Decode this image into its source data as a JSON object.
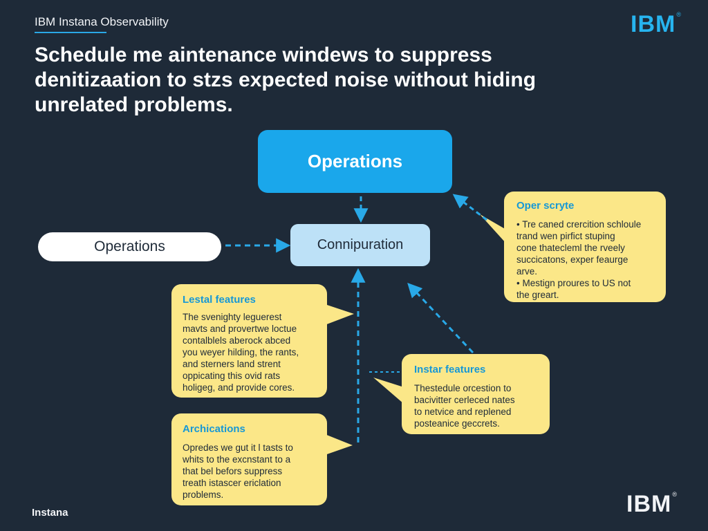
{
  "header": {
    "eyebrow": "IBM Instana Observability",
    "title_lines": [
      "Schedule me aintenance windews to suppress",
      "denitizaation to stzs expected noise without hiding",
      "unrelated problems."
    ],
    "logo_text": "IBM",
    "logo_mark": "®"
  },
  "footer": {
    "label": "Instana"
  },
  "nodes": {
    "operations_main": "Operations",
    "configuration": "Connipuration",
    "operations_left": "Operations"
  },
  "notes": {
    "oper_scryte": {
      "title": "Oper scryte",
      "lines": [
        "• Tre caned crercition schloule",
        "trand wen pirfict stuping",
        "cone thatecleml the rveely",
        "succicatons, exper feaurge",
        "arve.",
        "• Mestign proures to US not",
        "the greart."
      ]
    },
    "lestal_features": {
      "title": "Lestal features",
      "lines": [
        "The svenighty leguerest",
        "mavts and provertwe loctue",
        "contalblels aberock abced",
        "you weyer hilding, the rants,",
        "and sterners land strent",
        "oppicating this ovid rats",
        "holigeg, and provide cores."
      ]
    },
    "instar_features": {
      "title": "Instar features",
      "lines": [
        "Thestedule orcestion to",
        "bacivitter cerleced nates",
        "to netvice and replened",
        "posteanice geccrets."
      ]
    },
    "archications": {
      "title": "Archications",
      "lines": [
        "Opredes we gut it l tasts to",
        "whits to the excnstant to a",
        "that bel befors suppress",
        "treath istascer ericlation",
        "problems."
      ]
    }
  },
  "colors": {
    "background": "#1e2a38",
    "accent_blue": "#1aa7eb",
    "config_node": "#bde1f7",
    "note_yellow": "#fbe788",
    "note_title": "#1698d6",
    "connector": "#29a9e8"
  }
}
